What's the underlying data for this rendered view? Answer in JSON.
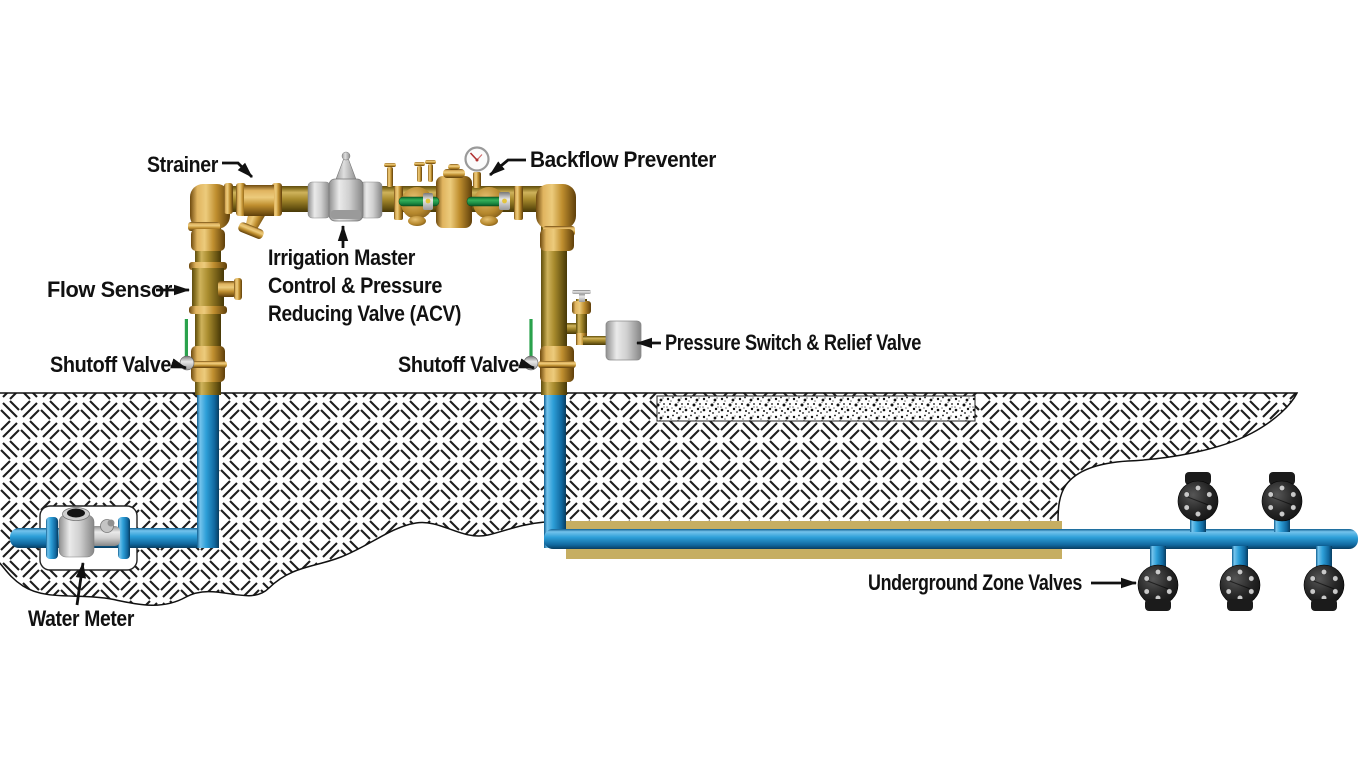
{
  "labels": {
    "strainer": {
      "text": "Strainer"
    },
    "backflow_preventer": {
      "text": "Backflow Preventer"
    },
    "master_valve": {
      "lines": [
        "Irrigation Master",
        "Control & Pressure",
        "Reducing Valve (ACV)"
      ]
    },
    "flow_sensor": {
      "text": "Flow Sensor"
    },
    "shutoff_valve_left": {
      "text": "Shutoff Valve"
    },
    "shutoff_valve_right": {
      "text": "Shutoff Valve"
    },
    "pressure_switch": {
      "text": "Pressure Switch & Relief Valve"
    },
    "water_meter": {
      "text": "Water Meter"
    },
    "zone_valves": {
      "text": "Underground Zone Valves"
    }
  },
  "colors": {
    "pipe_blue": "#2d9fd8",
    "pipe_brass": "#a98c2e",
    "fitting_gold": "#c99434",
    "valve_body_gray": "#c2c2c2",
    "handle_green": "#2aa24c",
    "bedding_tan": "#c6ae62",
    "zone_valve_black": "#161616",
    "gauge_face": "#fbfbfb",
    "label_text": "#111111",
    "ground_hatch": "#1c1c1c",
    "background": "#ffffff"
  }
}
